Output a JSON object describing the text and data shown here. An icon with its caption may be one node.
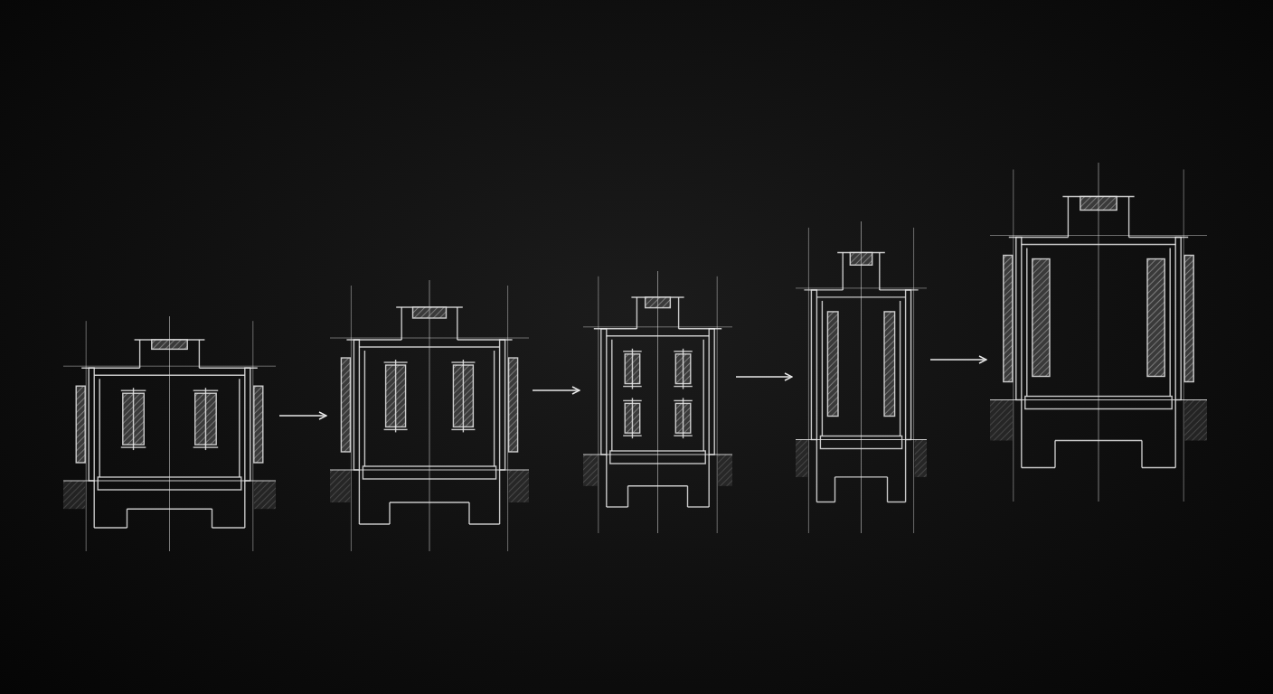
{
  "diagram": {
    "nodes": [
      {
        "text": [],
        "shape": "picture"
      },
      {
        "text": [],
        "shape": "picture"
      },
      {
        "text": [],
        "shape": "picture"
      },
      {
        "text": [],
        "shape": "picture"
      },
      {
        "text": [],
        "shape": "picture"
      }
    ],
    "edges": [
      {
        "from": 0,
        "to": 1,
        "arrow": "to"
      },
      {
        "from": 1,
        "to": 2,
        "arrow": "to"
      },
      {
        "from": 2,
        "to": 3,
        "arrow": "to"
      },
      {
        "from": 3,
        "to": 4,
        "arrow": "to"
      }
    ]
  }
}
